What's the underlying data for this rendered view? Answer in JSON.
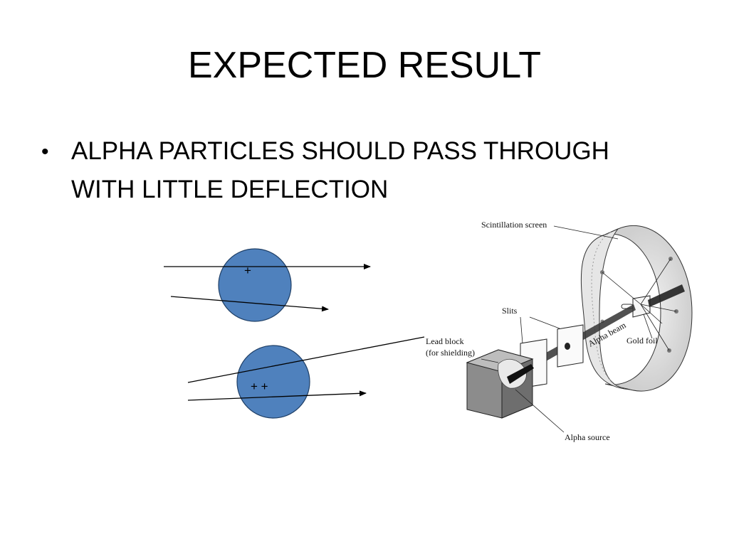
{
  "slide": {
    "title": "EXPECTED RESULT",
    "bullets": [
      {
        "line1": "ALPHA PARTICLES  SHOULD PASS THROUGH",
        "line2": "WITH LITTLE DEFLECTION"
      }
    ]
  },
  "atom_diagram": {
    "atoms": [
      {
        "charge_label": "+"
      },
      {
        "charge_label": "+ +"
      }
    ],
    "colors": {
      "atom_fill": "#4f81bd",
      "line": "#000000"
    }
  },
  "apparatus": {
    "labels": {
      "screen": "Scintillation screen",
      "slits": "Slits",
      "lead_line1": "Lead block",
      "lead_line2": "(for shielding)",
      "beam": "Alpha beam",
      "foil": "Gold foil",
      "source": "Alpha source"
    }
  }
}
